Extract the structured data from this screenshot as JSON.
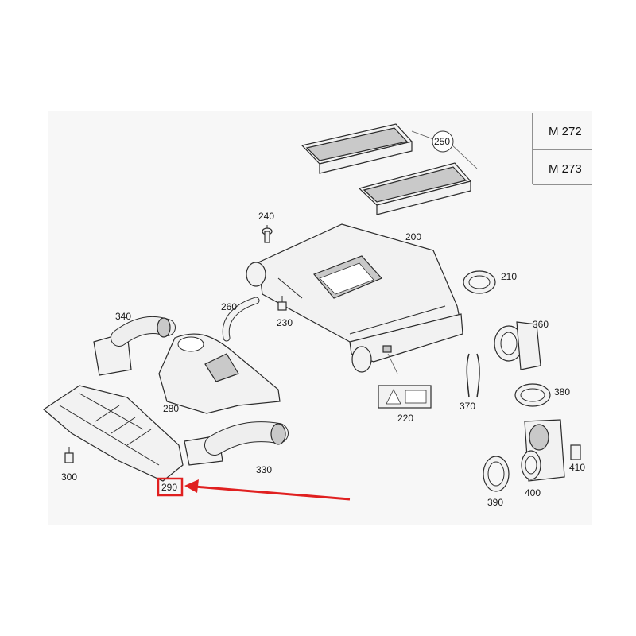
{
  "engine_codes": [
    "M 272",
    "M 273"
  ],
  "parts": {
    "p200": "200",
    "p210": "210",
    "p220": "220",
    "p230": "230",
    "p240": "240",
    "p250": "250",
    "p260": "260",
    "p280": "280",
    "p290": "290",
    "p300": "300",
    "p330": "330",
    "p340": "340",
    "p360": "360",
    "p370": "370",
    "p380": "380",
    "p390": "390",
    "p400": "400",
    "p410": "410"
  },
  "highlight": {
    "part": "290",
    "box_color": "#e02020",
    "arrow_color": "#e02020"
  }
}
